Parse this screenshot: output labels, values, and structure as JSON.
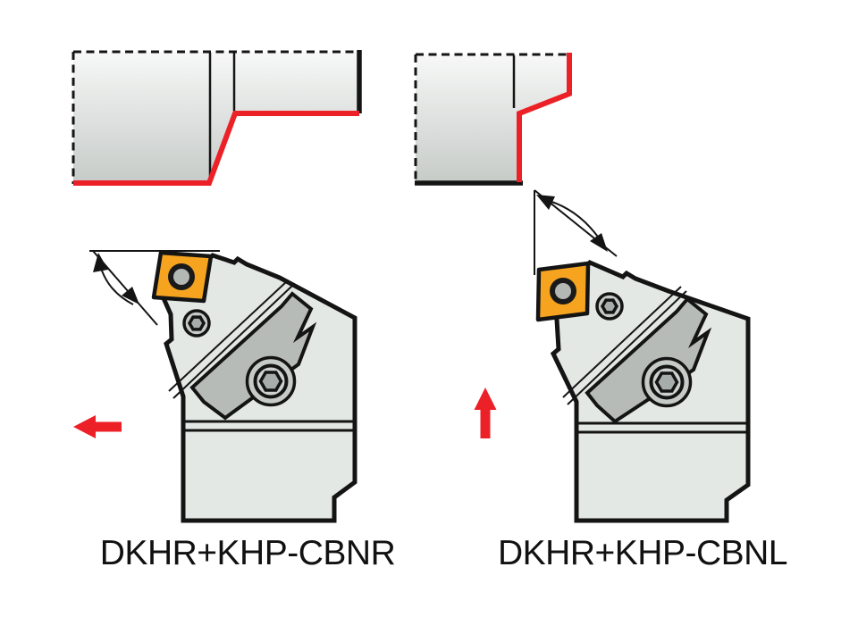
{
  "diagram": {
    "kind": "turning-tool-holder-application-diagram",
    "tools": {
      "left": {
        "label": "DKHR+KHP-CBNR",
        "feed_direction": "left"
      },
      "right": {
        "label": "DKHR+KHP-CBNL",
        "feed_direction": "up"
      }
    }
  },
  "icons": {
    "feed_left_arrow": "red left-pointing feed-direction arrow",
    "feed_up_arrow": "red up-pointing feed-direction arrow",
    "angle_arc_left": "double-headed arc arrow between horizontal reference line and insert edge",
    "angle_arc_right": "double-headed arc arrow between vertical reference line and diagonal line"
  },
  "colors": {
    "background": "#ffffff",
    "outline": "#141414",
    "red": "#ec2027",
    "insert_orange": "#f6a41f",
    "insert_hole": "#b3b8b5",
    "insert_hole_ring": "#1a1a1a",
    "tool_body": "#e4e8e5",
    "clamp": "#b6bbb8",
    "screw_ring": "#c6cbc8",
    "screw_face": "#cdd2cf",
    "screw_hex": "#a7adaa",
    "workpiece_top": "#f7f8f7",
    "workpiece_bottom": "#c6cbc8",
    "label_text": "#111111"
  }
}
